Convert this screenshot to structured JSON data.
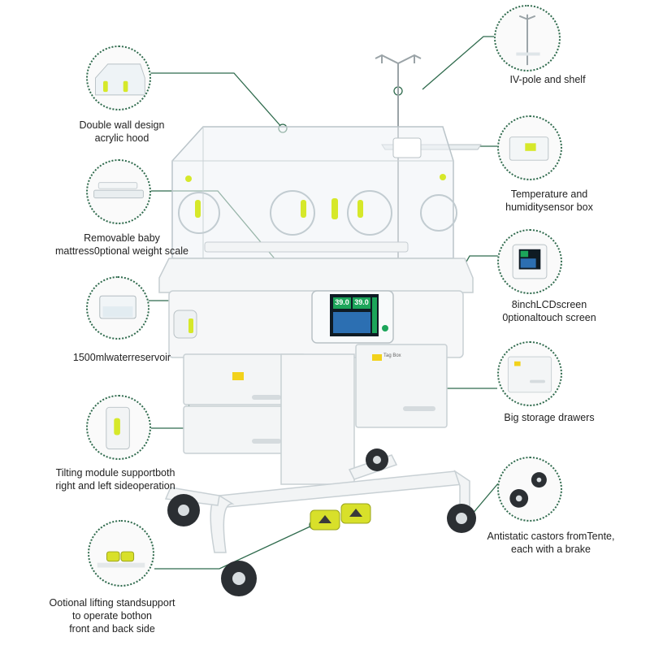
{
  "callouts": {
    "hood": {
      "lines": [
        "Double wall design",
        "acrylic hood"
      ]
    },
    "mattress": {
      "lines": [
        "Removable baby",
        "mattress0ptional weight scale"
      ]
    },
    "reservoir": {
      "lines": [
        "1500mlwaterreservoir"
      ]
    },
    "tilting": {
      "lines": [
        "Tilting module supportboth",
        "right and left sideoperation"
      ]
    },
    "lifting": {
      "lines": [
        "Ootional lifting standsupport",
        "to operate bothon",
        "front and back side"
      ]
    },
    "ivpole": {
      "lines": [
        "IV-pole and shelf"
      ]
    },
    "sensor": {
      "lines": [
        "Temperature and",
        "humiditysensor box"
      ]
    },
    "lcd": {
      "lines": [
        "8inchLCDscreen",
        "0ptionaltouch screen"
      ]
    },
    "drawers": {
      "lines": [
        "Big storage drawers"
      ]
    },
    "castors": {
      "lines": [
        "Antistatic castors fromTente,",
        "each with a brake"
      ]
    }
  },
  "device": {
    "screen_readings": [
      "39.0",
      "39.0"
    ],
    "drawer_tag": "Tag Box"
  },
  "colors": {
    "accent_green": "#2f6b4d",
    "highlight_yellow": "#d6e82a",
    "screen_green": "#1ca55a"
  },
  "icons": {
    "marker": "dot-marker-icon",
    "pedal": "foot-pedal-icon"
  }
}
